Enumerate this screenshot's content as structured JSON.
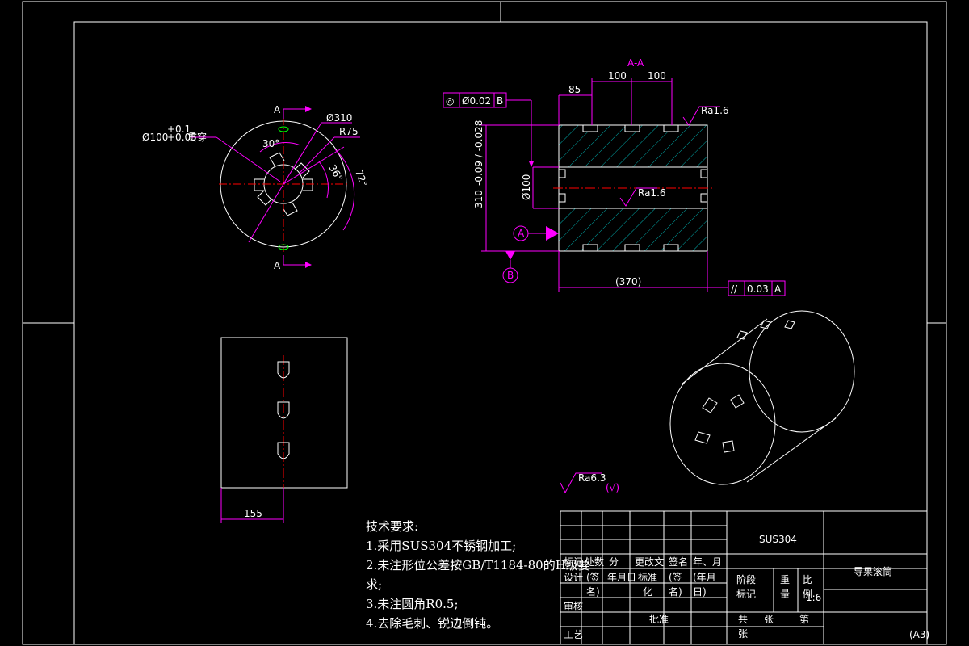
{
  "front_view": {
    "bore_label": "Ø100+0.1+0.05贯穿",
    "bore_main": "Ø100",
    "bore_tol_upper": "+0.1",
    "bore_tol_lower": "+0.05",
    "bore_suffix": "贯穿",
    "outer_dia": "Ø310",
    "radius": "R75",
    "angle_30": "30°",
    "angle_36": "36°",
    "angle_72": "72°",
    "section_letter": "A"
  },
  "section_view": {
    "title": "A-A",
    "dim_85": "85",
    "dim_100a": "100",
    "dim_100b": "100",
    "roughness_top": "Ra1.6",
    "roughness_mid": "Ra1.6",
    "concentricity_symbol": "◎",
    "concentricity_value": "Ø0.02",
    "concentricity_datum": "B",
    "outer_height_main": "310",
    "outer_height_tol": "-0.09 / -0.028",
    "bore_dim": "Ø100",
    "datum_a": "A",
    "datum_b": "B",
    "length": "(370)",
    "parallel_symbol": "//",
    "parallel_value": "0.03",
    "parallel_datum": "A"
  },
  "side_view": {
    "dim_155": "155"
  },
  "general_roughness": {
    "value": "Ra6.3",
    "suffix": "(√)"
  },
  "notes": {
    "title": "技术要求:",
    "items": [
      "1.采用SUS304不锈钢加工;",
      "2.未注形位公差按GB/T1184-80的H级要",
      "求;",
      "3.未注圆角R0.5;",
      "4.去除毛刺、锐边倒钝。"
    ]
  },
  "title_block": {
    "material": "SUS304",
    "part_name": "导果滚筒",
    "scale": "1:6",
    "sheet_format": "(A3)",
    "row_a": [
      "标记",
      "处数",
      "分",
      "更改文",
      "签名",
      "年、月"
    ],
    "row_b": [
      "设计",
      "(签",
      "名)",
      "年月日",
      "标准",
      "化",
      "(签",
      "名)",
      "(年月",
      "日)"
    ],
    "row_c": [
      "审核",
      "",
      "",
      "",
      "",
      ""
    ],
    "row_d": [
      "工艺",
      "",
      "",
      "批准",
      "",
      ""
    ],
    "stage": "阶段",
    "mark": "标记",
    "weight": "重",
    "weight2": "量",
    "ratio": "比",
    "ratio2": "例",
    "total": "共",
    "sheets": "张",
    "page": "第",
    "page2": "张"
  },
  "colors": {
    "line": "#ffffff",
    "dimension": "#ff00ff",
    "centerline": "#ff0000",
    "hatch": "#00aaaa",
    "section_outline": "#00ffff",
    "background": "#000000"
  }
}
